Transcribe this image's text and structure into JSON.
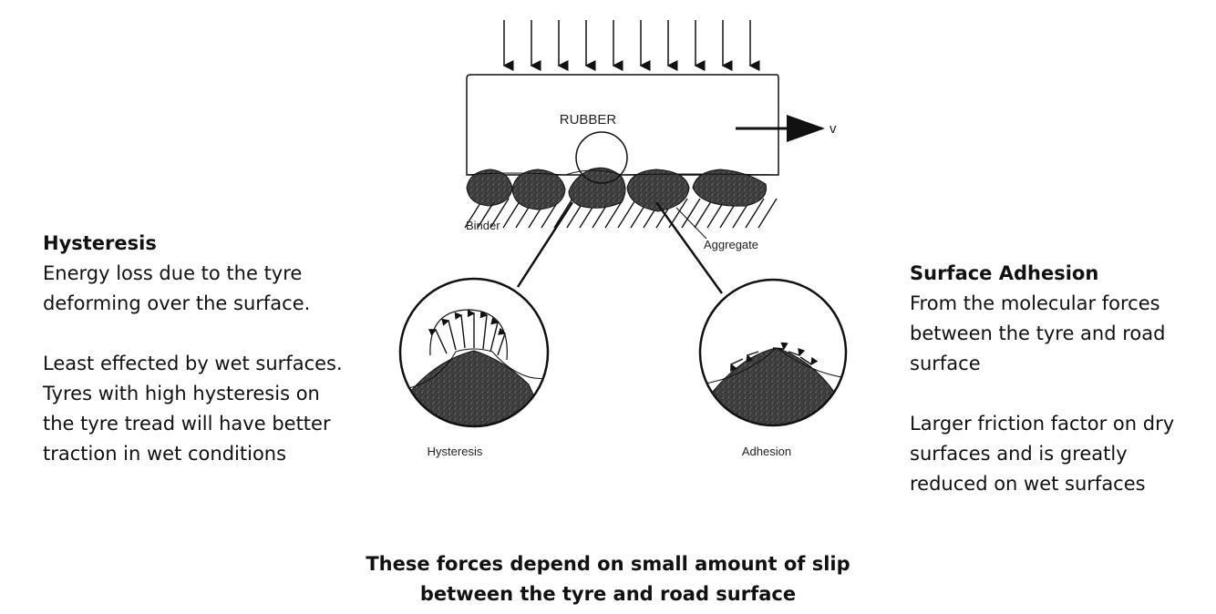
{
  "left": {
    "heading": "Hysteresis",
    "para1": "Energy loss due to the tyre deforming over the surface.",
    "para2": "Least effected by wet surfaces. Tyres with high hysteresis on the tyre tread will have better traction in wet conditions"
  },
  "right": {
    "heading": "Surface Adhesion",
    "para1": "From the molecular forces between the tyre and road surface",
    "para2": "Larger friction factor on dry surfaces and is greatly reduced on wet surfaces"
  },
  "diagram": {
    "rubber_label": "RUBBER",
    "velocity_label": "v",
    "binder_label": "Binder",
    "aggregate_label": "Aggregate",
    "hysteresis_label": "Hysteresis",
    "adhesion_label": "Adhesion"
  },
  "caption": {
    "line1": "These forces depend on small amount of slip",
    "line2": "between the tyre and road surface"
  }
}
